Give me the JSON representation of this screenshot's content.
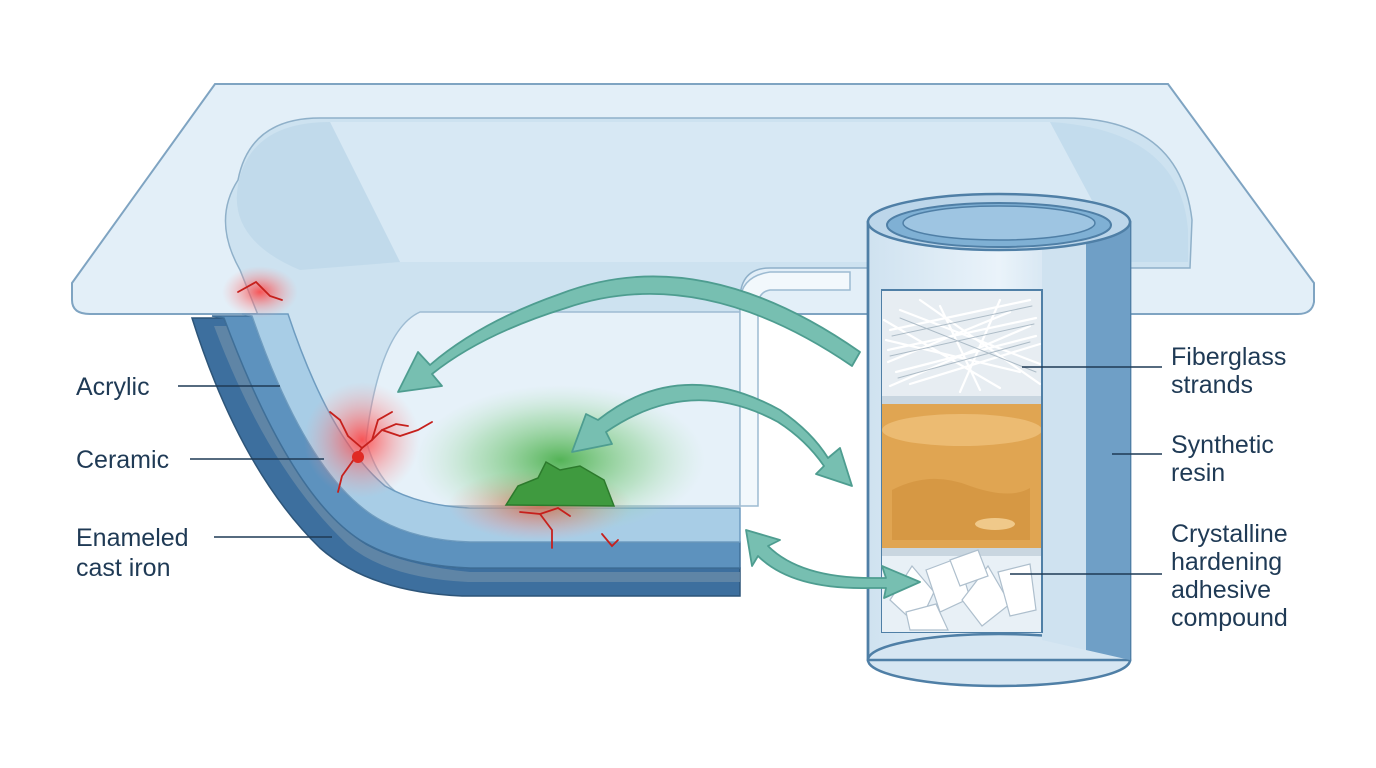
{
  "labels": {
    "left": [
      {
        "lines": [
          "Acrylic"
        ]
      },
      {
        "lines": [
          "Ceramic"
        ]
      },
      {
        "lines": [
          "Enameled",
          "cast iron"
        ]
      }
    ],
    "right": [
      {
        "lines": [
          "Fiberglass",
          "strands"
        ]
      },
      {
        "lines": [
          "Synthetic",
          "resin"
        ]
      },
      {
        "lines": [
          "Crystalline",
          "hardening",
          "adhesive",
          "compound"
        ]
      }
    ]
  },
  "colors": {
    "tub_light": "#dcecf6",
    "tub_mid": "#b9d6ea",
    "acrylic": "#a8cde6",
    "ceramic": "#5d92be",
    "cast_iron": "#3d6f9e",
    "outline": "#4f7fa6",
    "arrow": "#77bfb1",
    "arrow_stroke": "#4e9d90",
    "damage": "#e8443c",
    "repair": "#4bb04b",
    "resin": "#e0a552",
    "text": "#1f3a55"
  },
  "icons": [
    "crack-icon",
    "curved-arrow-icon",
    "fiberglass-icon",
    "crystal-icon"
  ]
}
